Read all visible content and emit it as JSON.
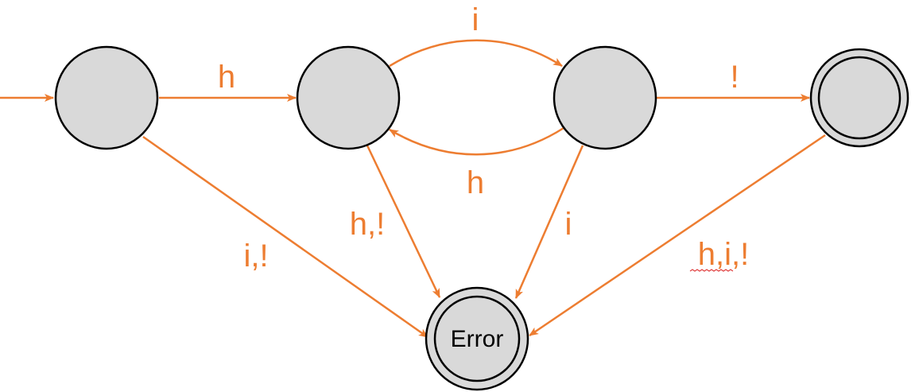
{
  "colors": {
    "edge": "#ED7D31",
    "state_fill": "#D9D9D9",
    "state_stroke": "#000000",
    "squiggle": "#E04040"
  },
  "states": [
    {
      "id": "q0",
      "label": "",
      "start": true,
      "accepting": false
    },
    {
      "id": "q1",
      "label": "",
      "start": false,
      "accepting": false
    },
    {
      "id": "q2",
      "label": "",
      "start": false,
      "accepting": false
    },
    {
      "id": "q3",
      "label": "",
      "start": false,
      "accepting": true
    },
    {
      "id": "error",
      "label": "Error",
      "start": false,
      "accepting": true
    }
  ],
  "transitions": [
    {
      "from": "q0",
      "to": "q1",
      "label": "h"
    },
    {
      "from": "q1",
      "to": "q2",
      "label": "i"
    },
    {
      "from": "q2",
      "to": "q1",
      "label": "h"
    },
    {
      "from": "q2",
      "to": "q3",
      "label": "!"
    },
    {
      "from": "q0",
      "to": "error",
      "label": "i,!"
    },
    {
      "from": "q1",
      "to": "error",
      "label": "h,!"
    },
    {
      "from": "q2",
      "to": "error",
      "label": "i"
    },
    {
      "from": "q3",
      "to": "error",
      "label": "h,i,!"
    }
  ]
}
